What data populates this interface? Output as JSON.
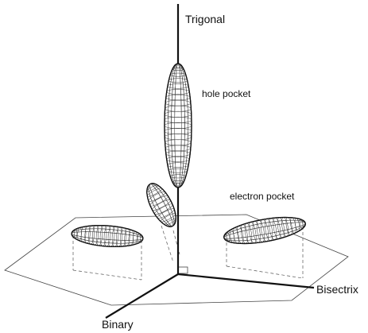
{
  "axes": {
    "trigonal": "Trigonal",
    "binary": "Binary",
    "bisectrix": "Bisectrix"
  },
  "pockets": {
    "hole": "hole pocket",
    "electron": "electron pocket"
  },
  "colors": {
    "line": "#111111",
    "mesh": "#333333",
    "background": "#ffffff"
  }
}
